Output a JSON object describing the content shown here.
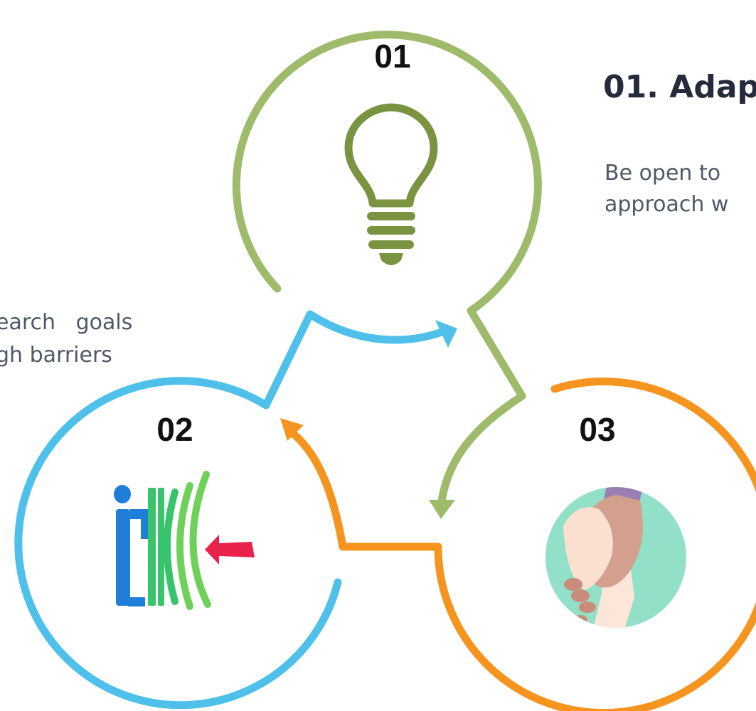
{
  "colors": {
    "step1": "#9dbb6a",
    "step1_icon": "#7a9340",
    "step2": "#4fc0ea",
    "step3": "#f5951f",
    "text_dark": "#252b3a",
    "text_body": "#4d5968"
  },
  "steps": [
    {
      "number": "01",
      "icon": "lightbulb-icon"
    },
    {
      "number": "02",
      "icon": "person-pushing-barrier-icon"
    },
    {
      "number": "03",
      "icon": "helping-hand-icon"
    }
  ],
  "right_panel": {
    "title": "01. Adap",
    "body_line1": "Be open to",
    "body_line2": "approach w"
  },
  "left_panel": {
    "body_line1": "earch   goals",
    "body_line2": "gh barriers"
  }
}
